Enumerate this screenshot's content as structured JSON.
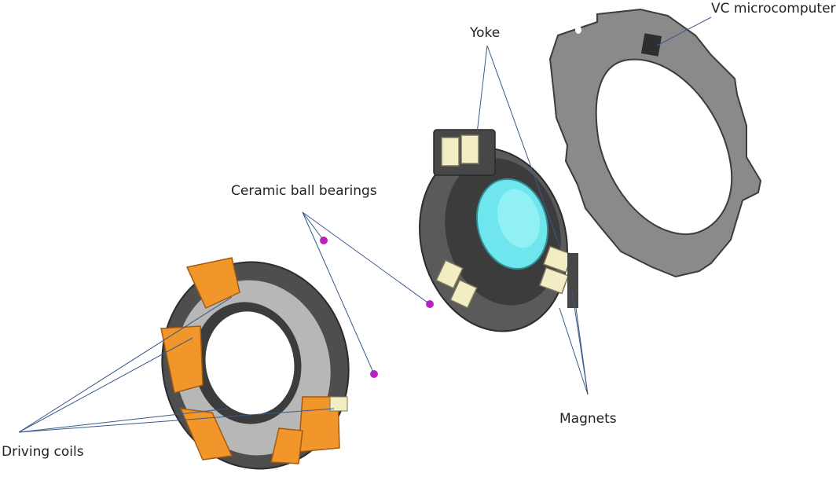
{
  "labels": {
    "vc_microcomputer": "VC microcomputer",
    "yoke": "Yoke",
    "ceramic_ball_bearings": "Ceramic ball bearings",
    "magnets": "Magnets",
    "driving_coils": "Driving coils"
  },
  "colors": {
    "leader_line": "#3a5a8a",
    "ball_bearing": "#c21fc2",
    "coil": "#f0962a",
    "magnet": "#f3edc4",
    "lens": "#6fe6ee",
    "dark_part": "#4b4b4b",
    "plate": "#8a8a8a"
  }
}
